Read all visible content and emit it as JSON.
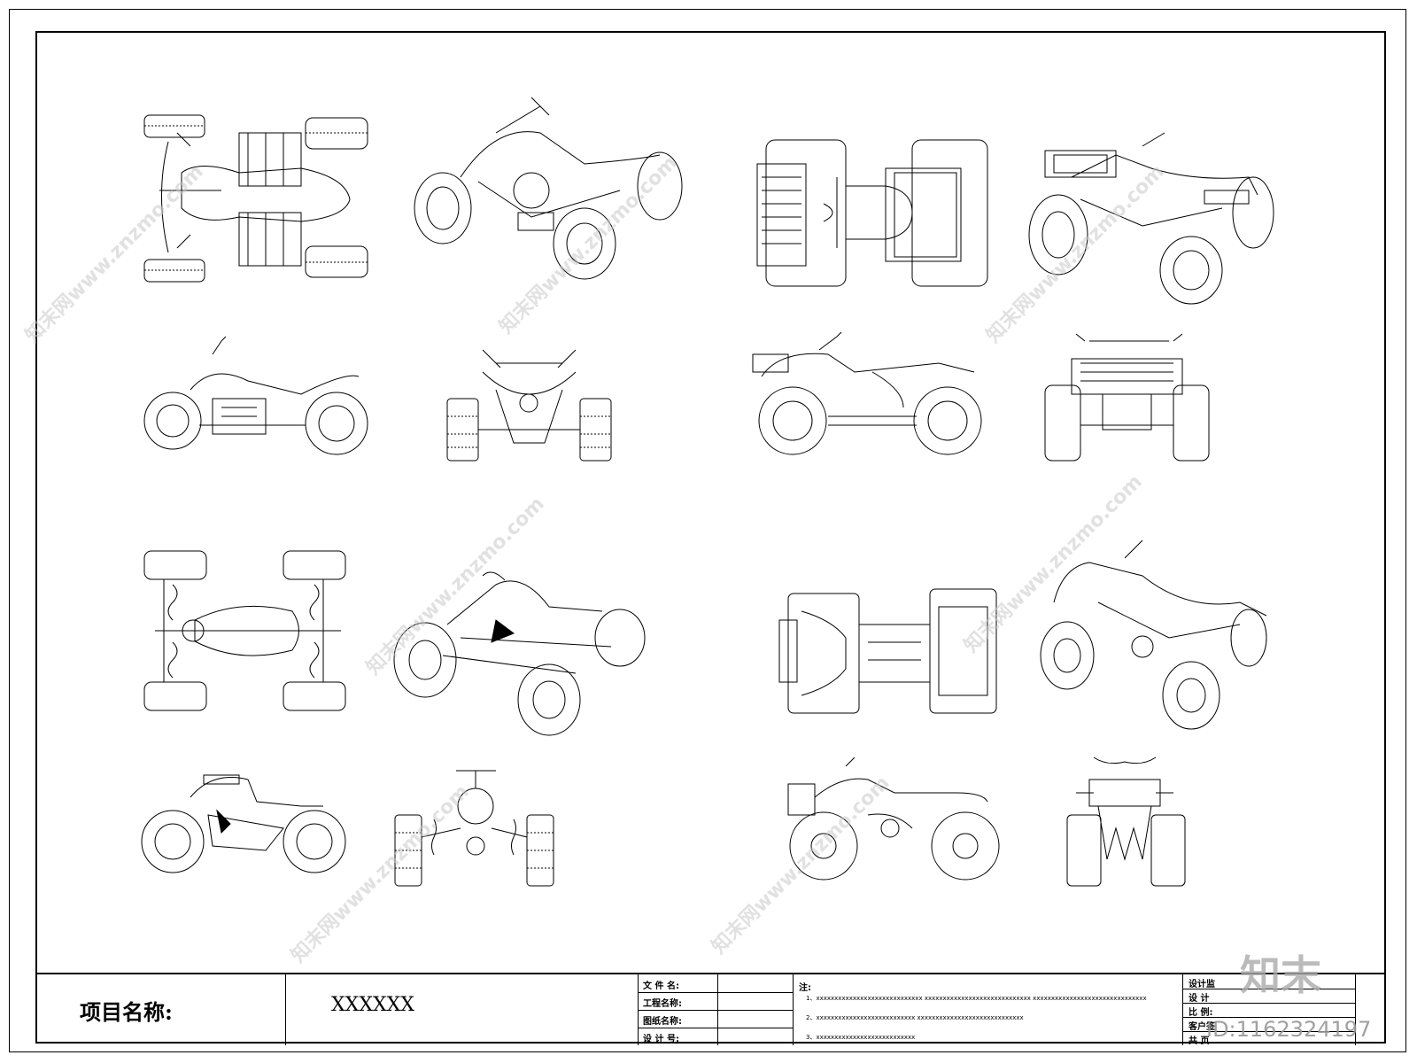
{
  "title_block": {
    "project_label": "项目名称:",
    "project_value": "XXXXXX",
    "fields": [
      "文 件 名:",
      "工程名称:",
      "图纸名称:",
      "设 计 号:"
    ],
    "notes_label": "注:",
    "notes": [
      "1、xxxxxxxxxxxxxxxxxxxxxxxxxxxxx     xxxxxxxxxxxxxxxxxxxxxxxxxxxxx     xxxxxxxxxxxxxxxxxxxxxxxxxxxxxxx",
      "2、xxxxxxxxxxxxxxxxxxxxxxxxxxx     xxxxxxxxxxxxxxxxxxxxxxxxxxxxx",
      "3、xxxxxxxxxxxxxxxxxxxxxxxxxxx"
    ],
    "right_fields": [
      "设计监",
      "设  计",
      "比   例:",
      "客户签",
      "共     页"
    ]
  },
  "watermark": {
    "text": "知末网www.znzmo.com",
    "logo": "知末",
    "id": "ID:1162324197"
  },
  "drawing": {
    "views": [
      "atv-top-view-1",
      "atv-perspective-1",
      "atv-side-view-1",
      "atv-front-view-1",
      "atv-top-view-2",
      "atv-perspective-2",
      "atv-side-view-2",
      "atv-rear-view-2",
      "atv-top-view-3",
      "atv-perspective-3",
      "atv-side-view-3",
      "atv-front-view-3",
      "atv-top-view-4",
      "atv-perspective-4",
      "atv-side-view-4",
      "atv-rear-view-4"
    ]
  }
}
